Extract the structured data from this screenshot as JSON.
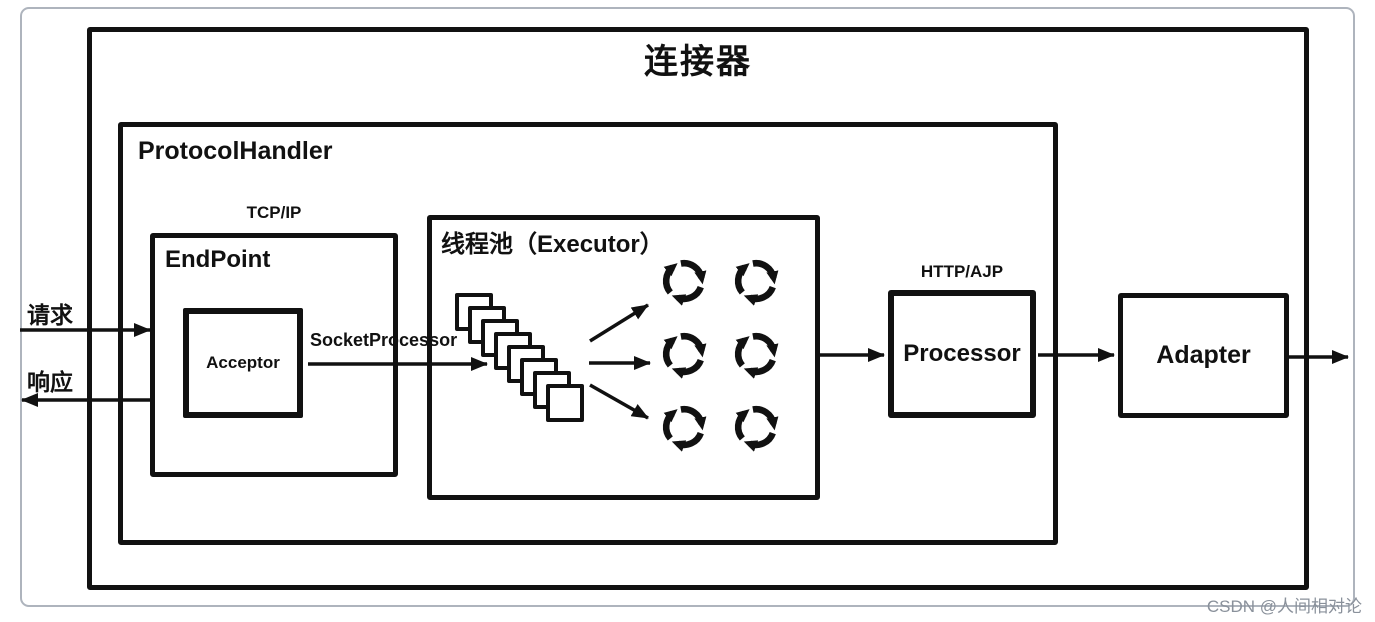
{
  "diagram": {
    "title": "连接器",
    "watermark": "CSDN @人间相对论",
    "colors": {
      "line": "#111111",
      "outer_frame": "#aeb4bd",
      "watermark": "#8a919b",
      "background": "#ffffff"
    },
    "protocol_handler": {
      "label": "ProtocolHandler"
    },
    "endpoint": {
      "label": "EndPoint",
      "protocol_label": "TCP/IP",
      "acceptor_label": "Acceptor"
    },
    "executor": {
      "label": "线程池（Executor）",
      "task_queue_count": 8,
      "thread_count": 6
    },
    "processor": {
      "label": "Processor",
      "protocol_label": "HTTP/AJP"
    },
    "adapter": {
      "label": "Adapter"
    },
    "flows": {
      "request_label": "请求",
      "response_label": "响应",
      "socket_processor_label": "SocketProcessor"
    }
  }
}
